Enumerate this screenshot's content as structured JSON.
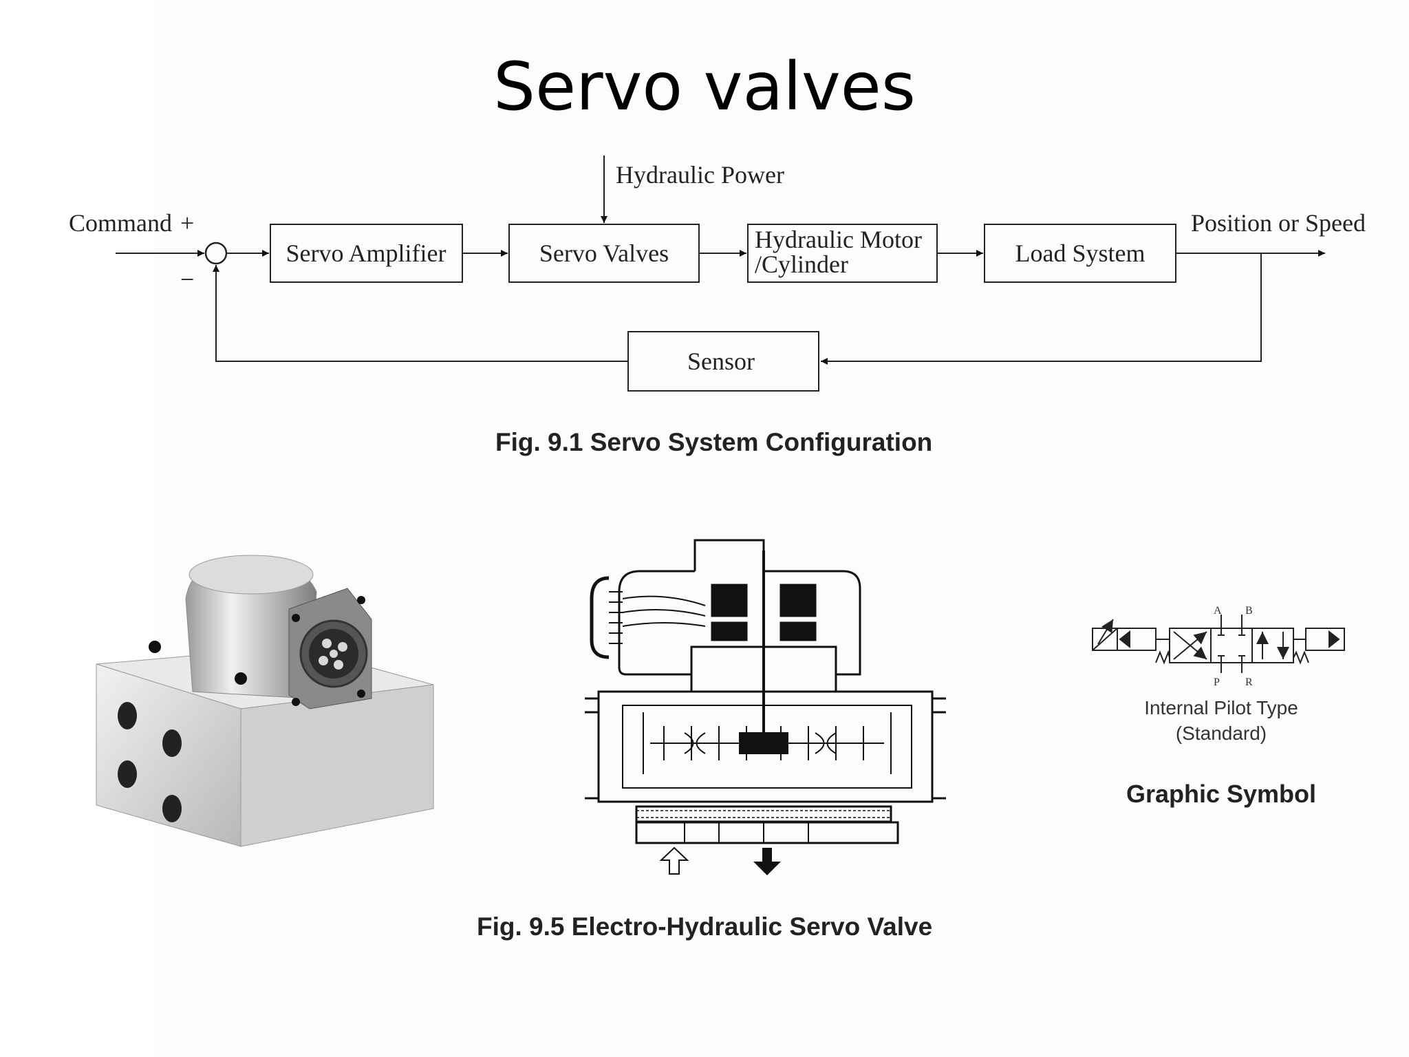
{
  "slide": {
    "title": "Servo valves"
  },
  "block_diagram": {
    "inputs": {
      "command": "Command",
      "plus": "+",
      "minus": "−",
      "hydraulic_power": "Hydraulic Power"
    },
    "blocks": {
      "servo_amplifier": "Servo Amplifier",
      "servo_valves": "Servo Valves",
      "motor_line1": "Hydraulic Motor",
      "motor_line2": "/Cylinder",
      "load_system": "Load System",
      "sensor": "Sensor"
    },
    "output": "Position or Speed",
    "caption": "Fig. 9.1  Servo System Configuration"
  },
  "valve_figure": {
    "caption": "Fig. 9.5  Electro-Hydraulic Servo Valve"
  },
  "graphic_symbol": {
    "ports": {
      "a": "A",
      "b": "B",
      "p": "P",
      "r": "R"
    },
    "pilot_line1": "Internal Pilot Type",
    "pilot_line2": "(Standard)",
    "title": "Graphic Symbol"
  }
}
